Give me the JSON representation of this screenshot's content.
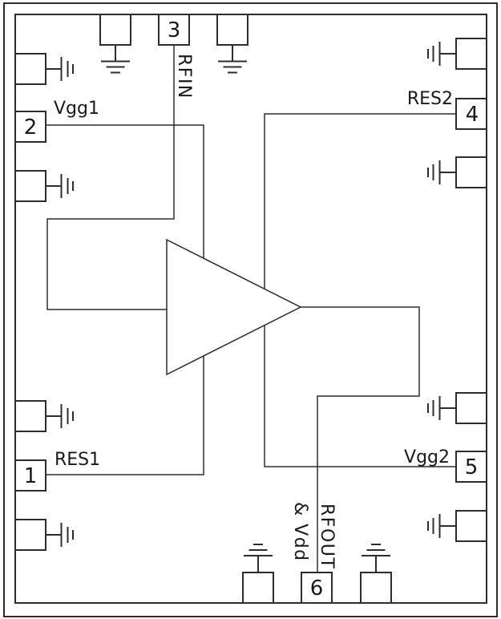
{
  "diagram_type": "amplifier-pinout-schematic",
  "colors": {
    "line": "#2d2d2d",
    "text": "#1a1a1a",
    "background": "#ffffff"
  },
  "icons": {
    "ground_icon": "earth-ground",
    "bypass_pad": "grounded-bond-pad",
    "amplifier_icon": "amplifier-triangle"
  },
  "pins": {
    "p1": {
      "number": "1",
      "label": "RES1"
    },
    "p2": {
      "number": "2",
      "label": "Vgg1"
    },
    "p3": {
      "number": "3",
      "label": "RFIN"
    },
    "p4": {
      "number": "4",
      "label": "RES2"
    },
    "p5": {
      "number": "5",
      "label": "Vgg2"
    },
    "p6": {
      "number": "6",
      "label_line1": "RFOUT",
      "label_line2": "& Vdd"
    }
  }
}
